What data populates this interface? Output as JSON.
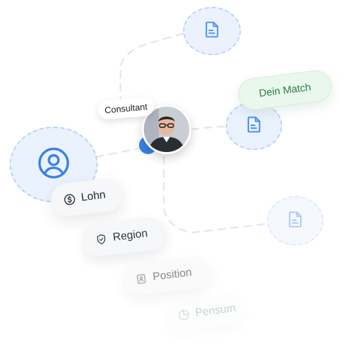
{
  "consultant": {
    "label": "Consultant"
  },
  "match": {
    "label": "Dein Match"
  },
  "criteria": [
    {
      "label": "Lohn",
      "icon": "dollar-circle-icon"
    },
    {
      "label": "Region",
      "icon": "check-shield-icon"
    },
    {
      "label": "Position",
      "icon": "id-badge-icon"
    },
    {
      "label": "Pensum",
      "icon": "pie-chart-icon"
    }
  ],
  "colors": {
    "accent": "#3b82e6",
    "match_text": "#2e7d45",
    "match_bg": "#e9f7ec",
    "node_bg": "#eaf2fd"
  }
}
